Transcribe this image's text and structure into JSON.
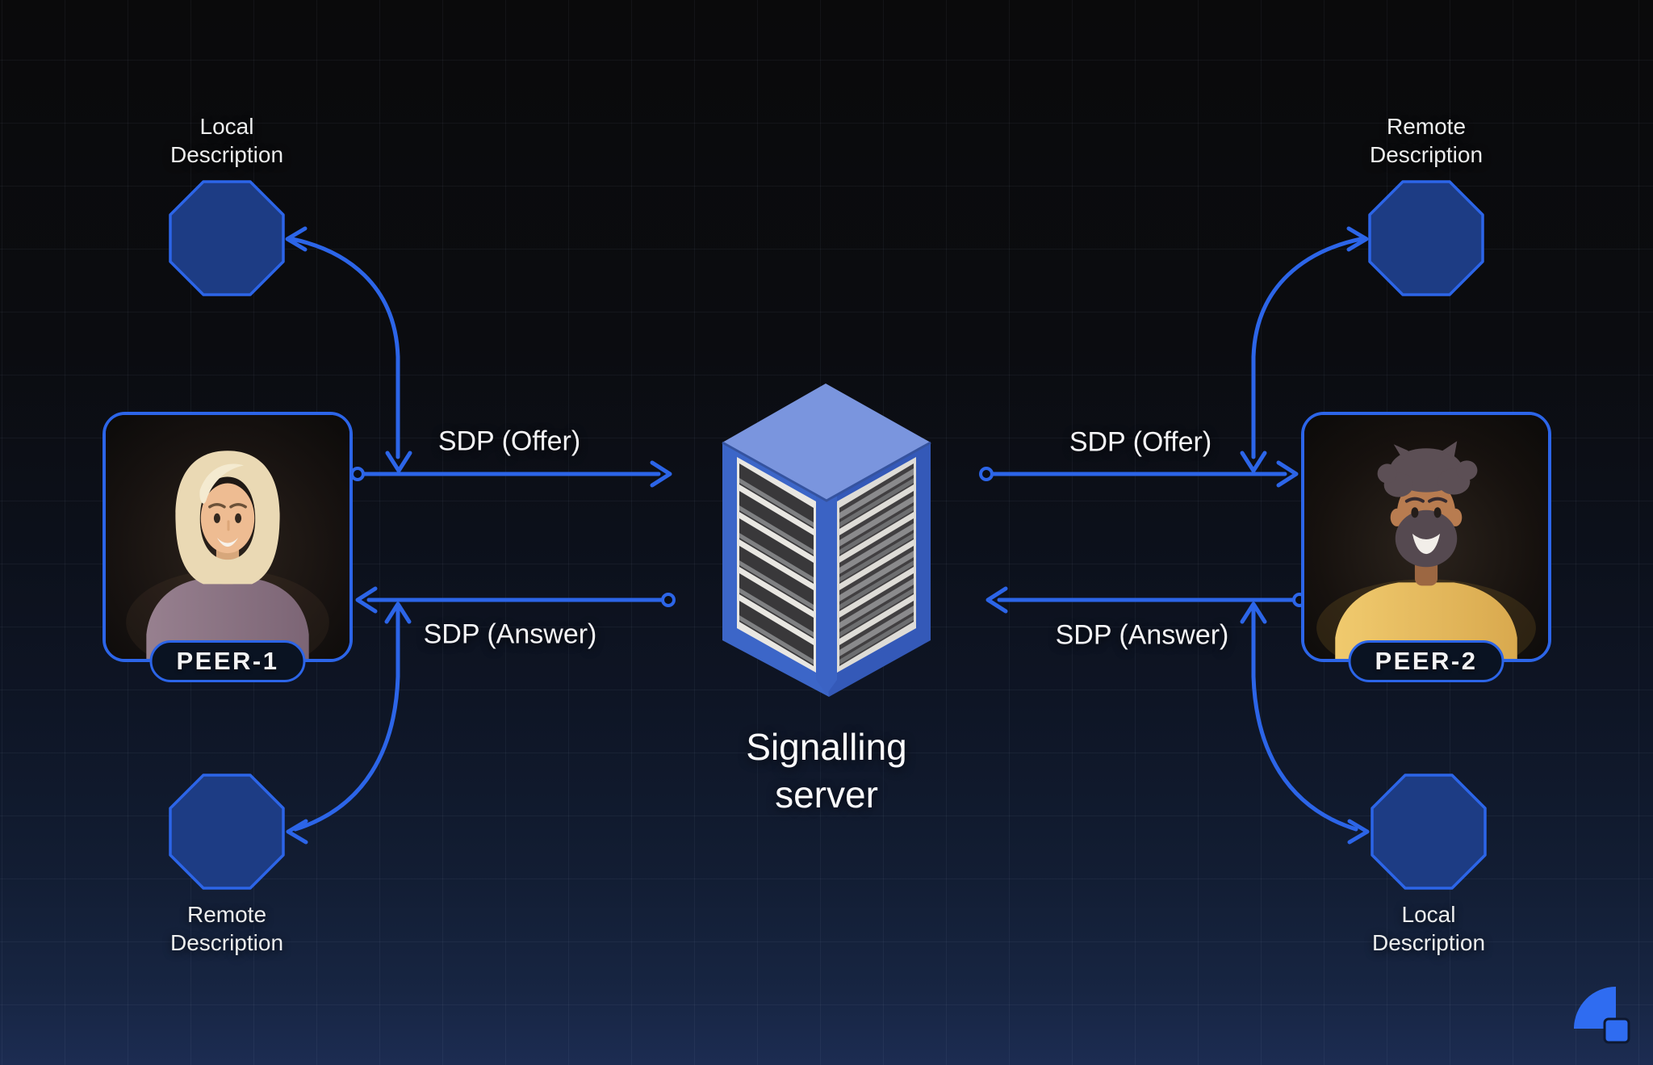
{
  "server": {
    "label": "Signalling\nserver",
    "icon": "server-rack-icon"
  },
  "peers": [
    {
      "id": "peer-1",
      "label": "PEER-1",
      "avatar_icon": "woman-blonde-avatar",
      "top_octagon": "Local\nDescription",
      "bottom_octagon": "Remote\nDescription",
      "offer_label": "SDP (Offer)",
      "answer_label": "SDP (Answer)"
    },
    {
      "id": "peer-2",
      "label": "PEER-2",
      "avatar_icon": "man-beard-avatar",
      "top_octagon": "Remote\nDescription",
      "bottom_octagon": "Local\nDescription",
      "offer_label": "SDP (Offer)",
      "answer_label": "SDP (Answer)"
    }
  ],
  "logo_icon": "quarter-circle-logo",
  "colors": {
    "accent_blue": "#2c65e8",
    "octagon_fill": "#1d3c84",
    "server_top_blue": "#7a95de",
    "background_top": "#0a0a0b",
    "background_bottom": "#1c2c52"
  }
}
